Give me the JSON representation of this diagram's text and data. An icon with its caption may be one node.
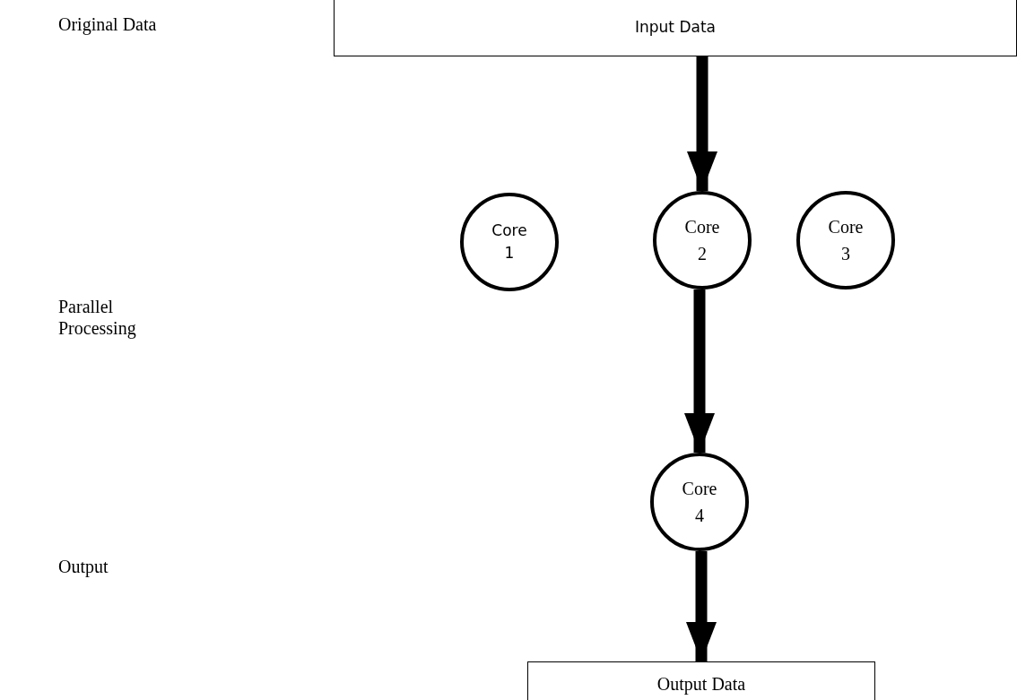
{
  "diagram": {
    "nodes": [
      {
        "text": [
          "Input Data"
        ]
      },
      {
        "text": [
          "Core 1"
        ]
      },
      {
        "text": [
          "Core 2"
        ]
      },
      {
        "text": [
          "Core 3"
        ]
      },
      {
        "text": [
          "Core 4"
        ]
      },
      {
        "text": [
          "Output Data"
        ]
      }
    ],
    "edges": [
      {
        "from": 0,
        "to": 2,
        "arrow": "to"
      },
      {
        "from": 2,
        "to": 4,
        "arrow": "to"
      },
      {
        "from": 4,
        "to": 5,
        "arrow": "to"
      }
    ],
    "labels": [
      "Original Data",
      "Parallel Processing",
      "Output"
    ]
  }
}
